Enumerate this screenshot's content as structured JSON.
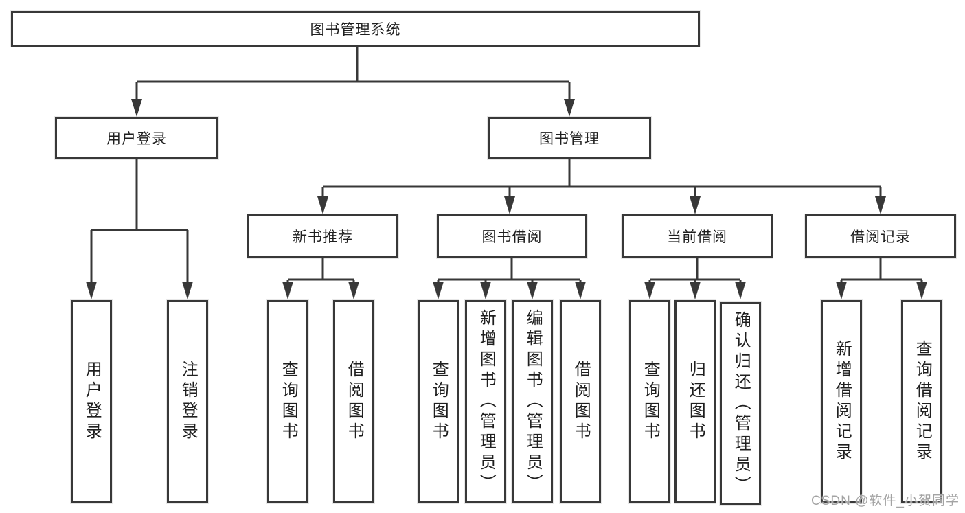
{
  "diagram": {
    "type": "hierarchy",
    "tree": {
      "label": "图书管理系统",
      "children": [
        {
          "label": "用户登录",
          "children": [
            {
              "label": "用户登录"
            },
            {
              "label": "注销登录"
            }
          ]
        },
        {
          "label": "图书管理",
          "children": [
            {
              "label": "新书推荐",
              "children": [
                {
                  "label": "查询图书"
                },
                {
                  "label": "借阅图书"
                }
              ]
            },
            {
              "label": "图书借阅",
              "children": [
                {
                  "label": "查询图书"
                },
                {
                  "label": "新增图书（管理员）"
                },
                {
                  "label": "编辑图书（管理员）"
                },
                {
                  "label": "借阅图书"
                }
              ]
            },
            {
              "label": "当前借阅",
              "children": [
                {
                  "label": "查询图书"
                },
                {
                  "label": "归还图书"
                },
                {
                  "label": "确认归还（管理员）"
                }
              ]
            },
            {
              "label": "借阅记录",
              "children": [
                {
                  "label": "新增借阅记录"
                },
                {
                  "label": "查询借阅记录"
                }
              ]
            }
          ]
        }
      ]
    },
    "colors": {
      "line": "#383838",
      "border": "#383838",
      "text": "#1f1f1f",
      "background": "#ffffff",
      "watermark": "#9e9e9e"
    }
  },
  "watermark": {
    "text": "CSDN @软件_小贺同学"
  }
}
